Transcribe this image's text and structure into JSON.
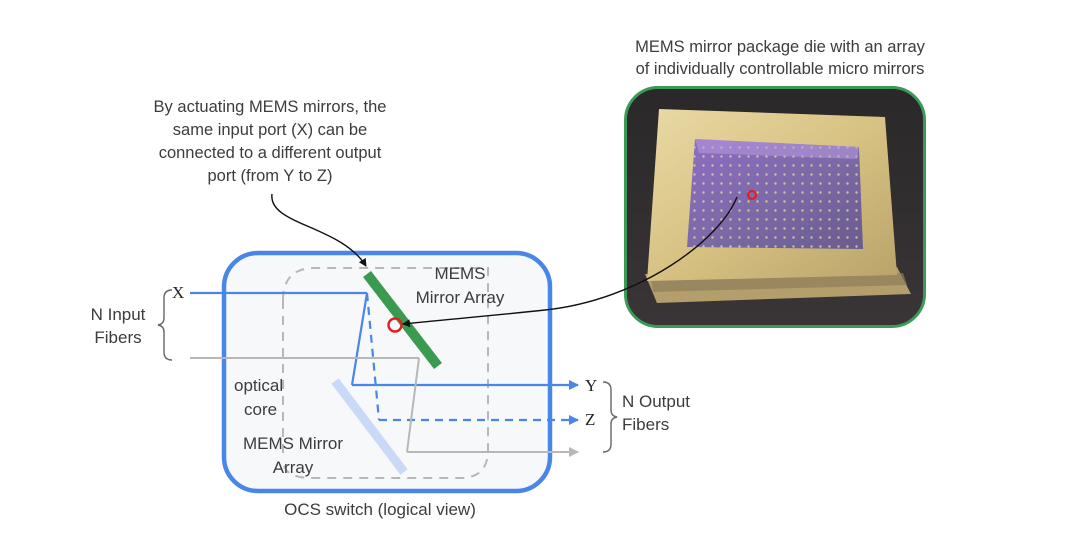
{
  "annotations": {
    "actuation_note": [
      "By actuating MEMS mirrors, the",
      "same input port (X) can be",
      "connected to a different output",
      "port (from Y to Z)"
    ],
    "package_caption": [
      "MEMS mirror package die with an array",
      "of individually controllable micro mirrors"
    ]
  },
  "ocs_box": {
    "caption": "OCS switch (logical view)",
    "core_label": [
      "optical",
      "core"
    ],
    "top_mirror_label": [
      "MEMS",
      "Mirror Array"
    ],
    "bottom_mirror_label": [
      "MEMS Mirror",
      "Array"
    ]
  },
  "inputs": {
    "group_label": [
      "N Input",
      "Fibers"
    ],
    "port_label": "X"
  },
  "outputs": {
    "group_label": [
      "N Output",
      "Fibers"
    ],
    "ports": [
      "Y",
      "Z"
    ]
  },
  "colors": {
    "ocs_border": "#4a86e8",
    "active_beam": "#4a86e8",
    "inactive_beam": "#b7b7b7",
    "core_dash": "#b7b7b7",
    "active_mirror": "#3a9a4f",
    "passive_mirror": "#c9daf8",
    "highlight_ring": "#e02020",
    "photo_frame": "#3c9a57"
  }
}
